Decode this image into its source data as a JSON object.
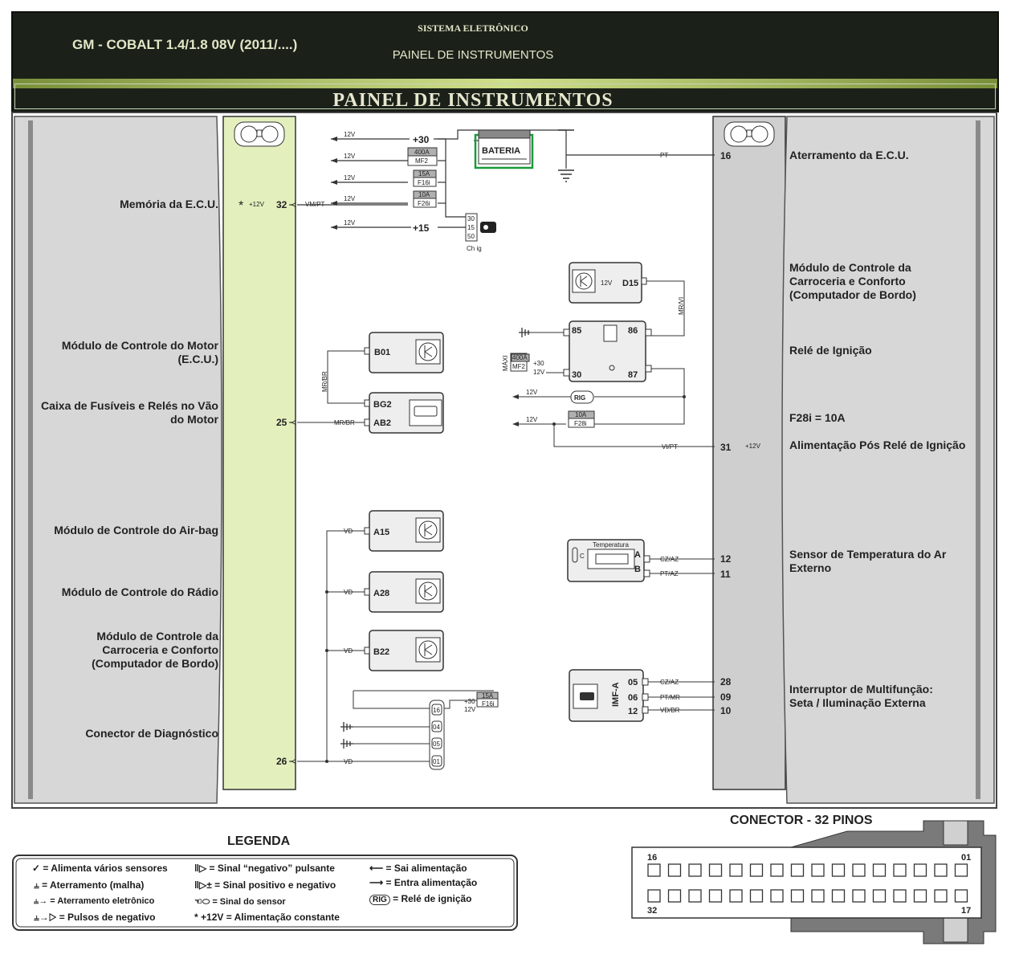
{
  "header": {
    "vehicle": "GM - COBALT 1.4/1.8 08V (2011/....)",
    "system": "SISTEMA ELETRÔNICO",
    "subtitle": "PAINEL DE INSTRUMENTOS",
    "banner": "PAINEL DE INSTRUMENTOS"
  },
  "left_labels": [
    "Memória da E.C.U.",
    "Módulo de Controle do Motor (E.C.U.)",
    "Caixa de Fusíveis e Relés no Vão do Motor",
    "Módulo de Controle do Air-bag",
    "Módulo de Controle do Rádio",
    "Módulo de Controle da Carroceria e Conforto (Computador de Bordo)",
    "Conector de Diagnóstico"
  ],
  "right_labels": [
    "Aterramento da E.C.U.",
    "Módulo de Controle da Carroceria e Conforto (Computador de Bordo)",
    "Relé de Ignição",
    "F28i = 10A",
    "Alimentação Pós Relé de Ignição",
    "Sensor de Temperatura do Ar Externo",
    "Interruptor de Multifunção: Seta / Iluminação Externa"
  ],
  "left_pins": [
    "32",
    "25",
    "26"
  ],
  "right_pins": [
    "16",
    "31",
    "12",
    "11",
    "28",
    "09",
    "10"
  ],
  "power": {
    "plus30": "+30",
    "plus15": "+15",
    "v12": "12V",
    "v12plus": "+12V",
    "battery": "BATERIA",
    "fuses": [
      {
        "amp": "400A",
        "id": "MF2"
      },
      {
        "amp": "15A",
        "id": "F16i"
      },
      {
        "amp": "10A",
        "id": "F26i"
      },
      {
        "amp": "10A",
        "id": "F28i"
      },
      {
        "amp": "15A",
        "id": "F16i"
      }
    ],
    "switch_pins": [
      "30",
      "15",
      "50"
    ],
    "switch_label": "Ch ig",
    "maxi": "MÁXI"
  },
  "wires": {
    "pt": "PT",
    "vmpt": "VM/PT",
    "mrbr": "MR/BR",
    "mrvi": "MR/VI",
    "vipt": "VI/PT",
    "vd": "VD",
    "czaz": "CZ/AZ",
    "ptaz": "PT/AZ",
    "ptmr": "PT/MR",
    "vdbr": "VD/BR"
  },
  "modules": {
    "d15": "D15",
    "d15_in": "12V",
    "b01": "B01",
    "bg2": "BG2",
    "ab2": "AB2",
    "a15": "A15",
    "a28": "A28",
    "b22": "B22"
  },
  "relay": {
    "p85": "85",
    "p86": "86",
    "p30": "30",
    "p87": "87",
    "rig": "RIG"
  },
  "temp_sensor": {
    "title": "Temperatura",
    "pin_a": "A",
    "pin_b": "B",
    "pin_c": "C"
  },
  "multifunction": {
    "name": "IMF-A",
    "pins": [
      "05",
      "06",
      "12"
    ]
  },
  "diag_pins": [
    "16",
    "04",
    "05",
    "01"
  ],
  "legend": {
    "title": "LEGENDA",
    "items": [
      "= Alimenta vários sensores",
      "= Aterramento (malha)",
      "= Aterramento eletrônico",
      "= Pulsos de negativo",
      "= Sinal “negativo” pulsante",
      "= Sinal positivo e negativo",
      "= Sinal do sensor",
      "+12V = Alimentação constante",
      "= Sai alimentação",
      "= Entra alimentação",
      "= Relé de ignição"
    ],
    "rig": "RIG"
  },
  "connector": {
    "title": "CONECTOR - 32 PINOS",
    "top_left": "16",
    "top_right": "01",
    "bottom_left": "32",
    "bottom_right": "17"
  }
}
